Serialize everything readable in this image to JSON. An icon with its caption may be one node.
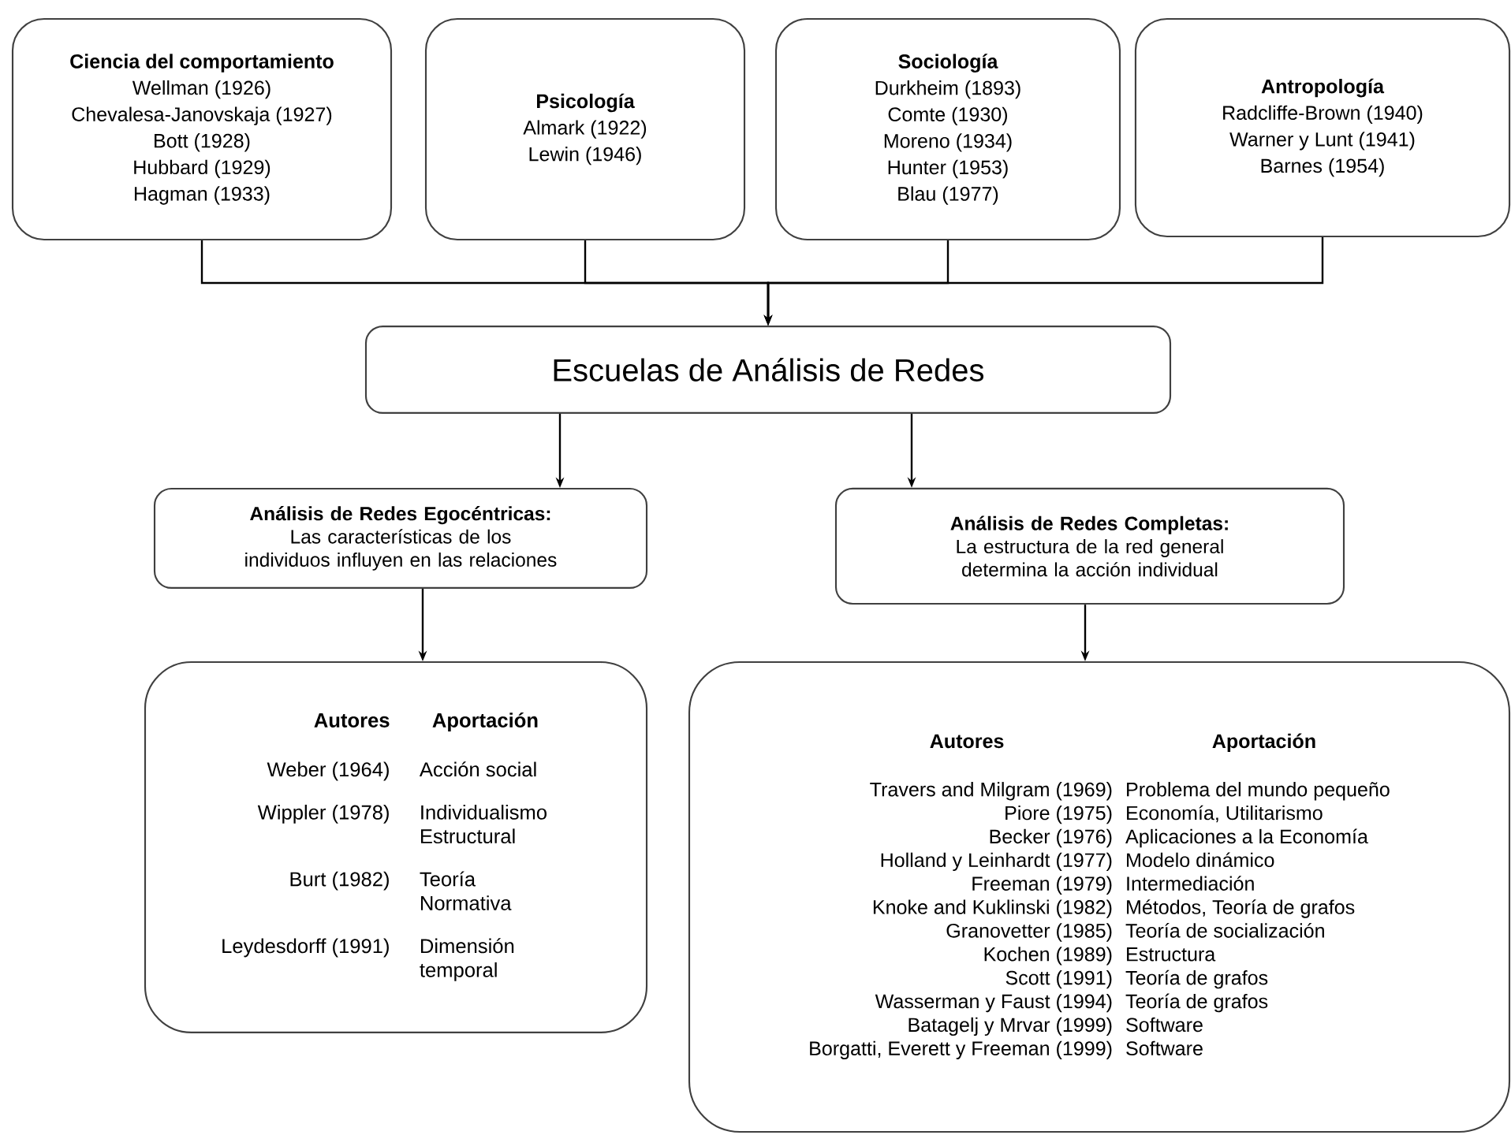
{
  "diagram": {
    "nodes": [
      {
        "text": [
          "Ciencia del comportamiento",
          "Wellman (1926)",
          "Chevalesa-Janovskaja (1927)",
          "Bott (1928)",
          "Hubbard (1929)",
          "Hagman (1933)"
        ]
      },
      {
        "text": [
          "Psicología",
          "Almark (1922)",
          "Lewin (1946)"
        ]
      },
      {
        "text": [
          "Sociología",
          "Durkheim (1893)",
          "Comte (1930)",
          "Moreno (1934)",
          "Hunter (1953)",
          "Blau (1977)"
        ]
      },
      {
        "text": [
          "Antropología",
          "Radcliffe-Brown (1940)",
          "Warner y Lunt (1941)",
          "Barnes (1954)"
        ]
      },
      {
        "text": [
          "Escuelas de Análisis de Redes"
        ]
      },
      {
        "text": [
          "Análisis de Redes Egocéntricas:",
          "Las características de los individuos influyen en las relaciones"
        ]
      },
      {
        "text": [
          "Análisis de Redes Completas:",
          "La estructura de la red general determina la acción individual"
        ]
      },
      {
        "text": [
          "Autores",
          "Aportación",
          "Weber (1964)",
          "Acción social",
          "Wippler (1978)",
          "Individualismo Estructural",
          "Burt (1982)",
          "Teoría Normativa",
          "Leydesdorff (1991)",
          "Dimensión temporal"
        ]
      },
      {
        "text": [
          "Autores",
          "Aportación",
          "Travers and Milgram (1969)",
          "Problema del mundo pequeño",
          "Piore (1975)",
          "Economía, Utilitarismo",
          "Becker (1976)",
          "Aplicaciones a la Economía",
          "Holland y Leinhardt (1977)",
          "Modelo dinámico",
          "Freeman (1979)",
          "Intermediación",
          "Knoke and Kuklinski (1982)",
          "Métodos, Teoría de grafos",
          "Granovetter (1985)",
          "Teoría de socialización",
          "Kochen (1989)",
          "Estructura",
          "Scott (1991)",
          "Teoría de grafos",
          "Wasserman y Faust (1994)",
          "Teoría de grafos",
          "Batagelj y Mrvar (1999)",
          "Software",
          "Borgatti, Everett y Freeman (1999)",
          "Software"
        ]
      }
    ],
    "edges": [
      {
        "from": 0,
        "to": 4,
        "arrow": "to"
      },
      {
        "from": 1,
        "to": 4,
        "arrow": "to"
      },
      {
        "from": 2,
        "to": 4,
        "arrow": "to"
      },
      {
        "from": 3,
        "to": 4,
        "arrow": "to"
      },
      {
        "from": 4,
        "to": 5,
        "arrow": "to"
      },
      {
        "from": 4,
        "to": 6,
        "arrow": "to"
      },
      {
        "from": 5,
        "to": 7,
        "arrow": "to"
      },
      {
        "from": 6,
        "to": 8,
        "arrow": "to"
      }
    ]
  }
}
